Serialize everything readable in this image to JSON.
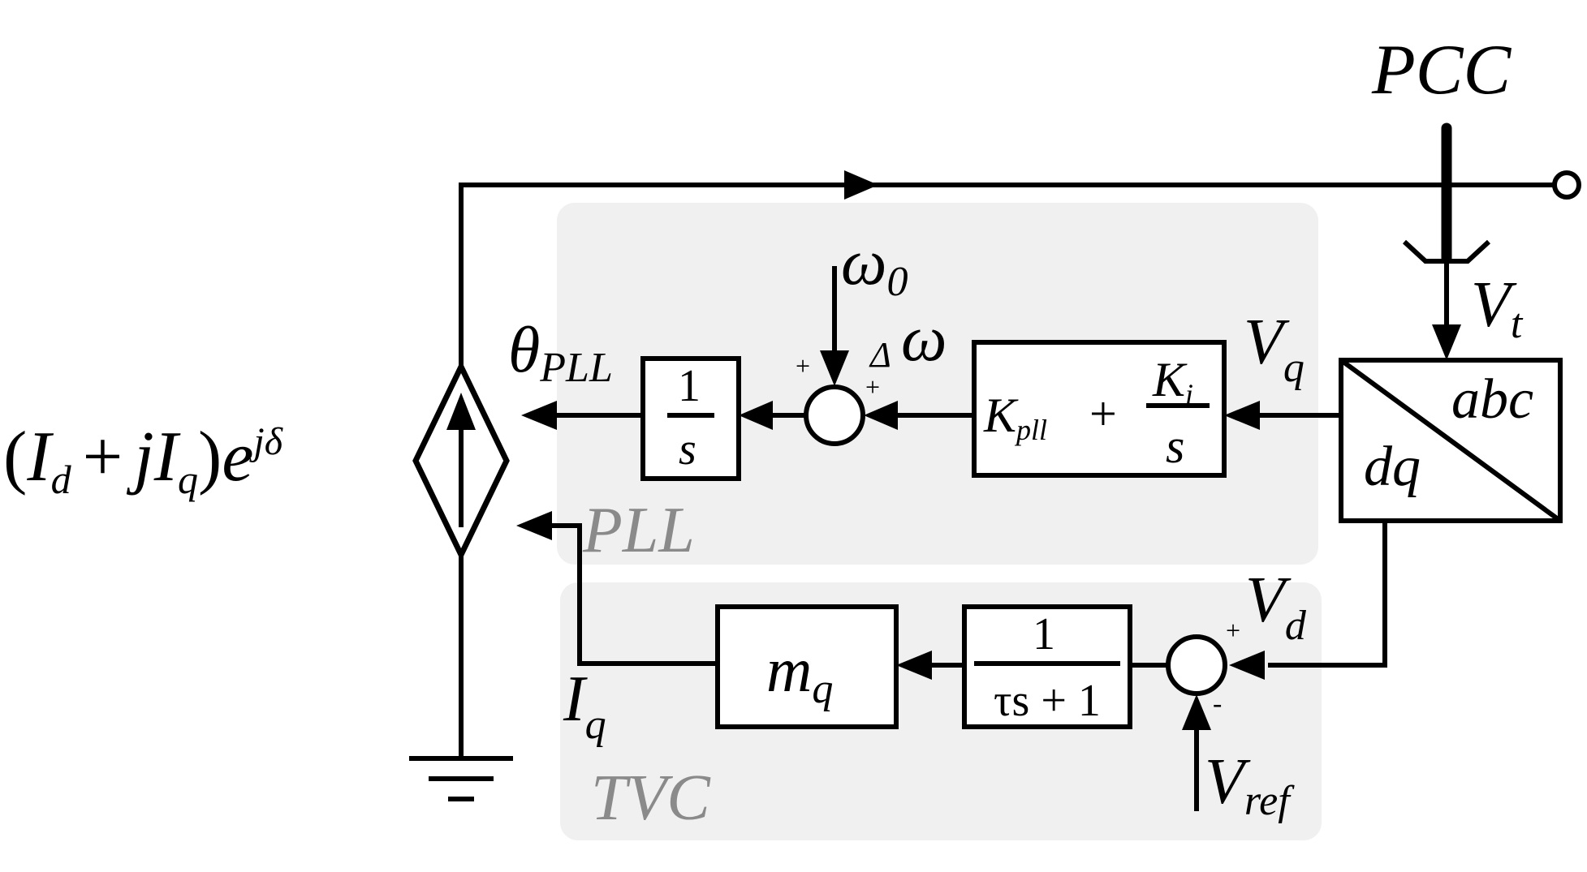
{
  "labels": {
    "pcc": "PCC",
    "vt": "V",
    "vt_sub": "t",
    "vq": "V",
    "vq_sub": "q",
    "vd": "V",
    "vd_sub": "d",
    "vref": "V",
    "vref_sub": "ref",
    "omega0": "ω",
    "omega0_sub": "0",
    "delta_omega_delta": "Δ",
    "delta_omega_omega": "ω",
    "theta": "θ",
    "theta_sub": "PLL",
    "iq": "I",
    "iq_sub": "q",
    "plus": "+",
    "minus": "-",
    "source_formula": {
      "open": "(",
      "id": "I",
      "id_sub": "d",
      "plus": "+",
      "j": "j",
      "iq": "I",
      "iq_sub": "q",
      "close": ")",
      "e": "e",
      "exp": "jδ"
    }
  },
  "blocks": {
    "integrator": {
      "num": "1",
      "den": "s"
    },
    "pi": {
      "k": "K",
      "k_sub": "pll",
      "plus": "+",
      "num": "K",
      "num_sub": "i",
      "den": "s"
    },
    "transform": {
      "from": "abc",
      "to": "dq"
    },
    "filter": {
      "num": "1",
      "den": "τs + 1"
    },
    "gain": {
      "m": "m",
      "m_sub": "q"
    }
  },
  "regions": {
    "pll": "PLL",
    "tvc": "TVC"
  },
  "colors": {
    "panel": "#f0f0f0",
    "region_label": "#8a8a8a",
    "line": "#000000"
  }
}
